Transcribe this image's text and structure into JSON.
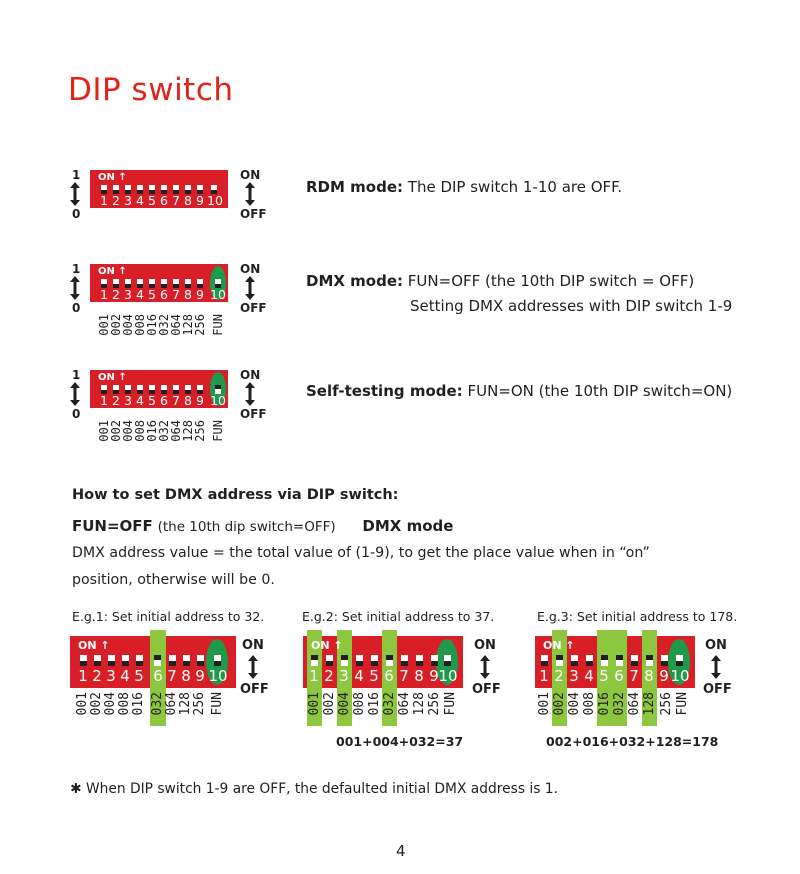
{
  "title": "DIP switch",
  "switch_labels": {
    "on_mark": "ON ↑",
    "numbers": [
      "1",
      "2",
      "3",
      "4",
      "5",
      "6",
      "7",
      "8",
      "9",
      "10"
    ],
    "values": [
      "001",
      "002",
      "004",
      "008",
      "016",
      "032",
      "064",
      "128",
      "256",
      "FUN"
    ],
    "left_top": "1",
    "left_bottom": "0",
    "right_top": "ON",
    "right_bottom": "OFF"
  },
  "modes": {
    "rdm": {
      "label": "RDM mode:",
      "text": "The DIP switch 1-10 are OFF."
    },
    "dmx": {
      "label": "DMX mode:",
      "line1": "FUN=OFF (the 10th DIP switch = OFF)",
      "line2": "Setting DMX addresses with DIP switch 1-9"
    },
    "self": {
      "label": "Self-testing mode:",
      "text": "FUN=ON (the 10th DIP switch=ON)"
    }
  },
  "howto": {
    "heading": "How to set DMX address via DIP switch:",
    "fun_bold": "FUN=OFF",
    "fun_rest": "(the 10th dip switch=OFF)",
    "mode_bold": "DMX mode",
    "para_line1": "DMX address value = the total value of (1-9), to get the place value when in “on”",
    "para_line2": "position, otherwise will be 0."
  },
  "examples": [
    {
      "title": "E.g.1: Set initial address to 32.",
      "sum": ""
    },
    {
      "title": "E.g.2: Set initial address to 37.",
      "sum": "001+004+032=37"
    },
    {
      "title": "E.g.3: Set initial address to 178.",
      "sum": "002+016+032+128=178"
    }
  ],
  "footnote": "✱ When DIP switch 1-9 are OFF, the defaulted initial DMX address is 1.",
  "page_number": "4",
  "colors": {
    "title_red": "#e2231a",
    "switch_red": "#d81e26",
    "highlight_green": "#8dc63f",
    "fun_green": "#1f9a4b"
  }
}
